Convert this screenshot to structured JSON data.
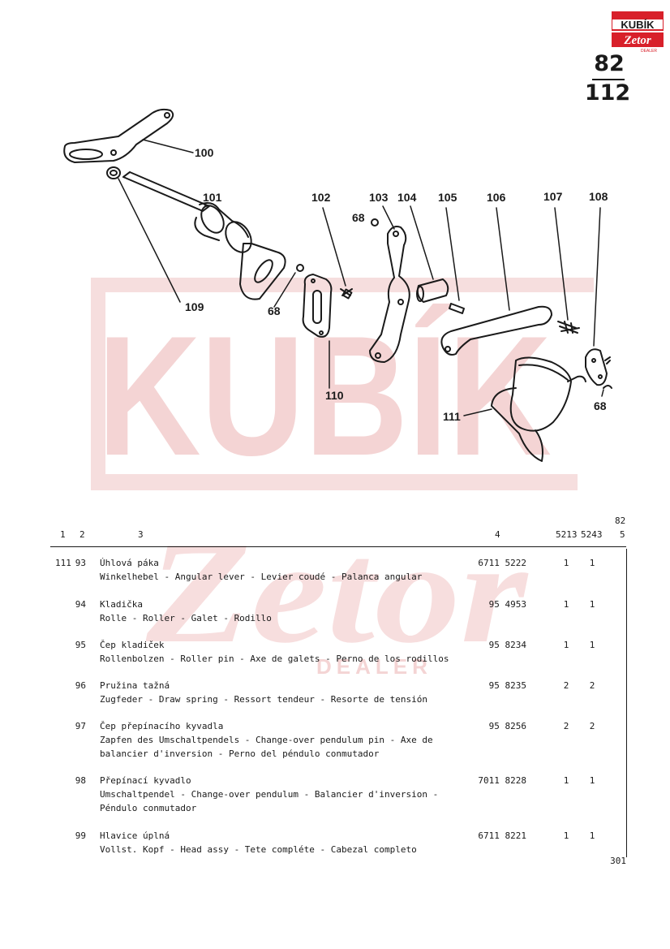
{
  "brand": {
    "logo_top": "KUBÍK",
    "logo_bottom": "Zetor",
    "logo_sub": "DEALER",
    "watermark_text": "KUBÍK",
    "watermark_logo": "Zetor",
    "watermark_sub": "DEALER",
    "accent": "#d8202a",
    "watermark_color": "#f6dede"
  },
  "page": {
    "model": "82",
    "section": "112",
    "footer_number": "301"
  },
  "callouts": [
    "100",
    "101",
    "109",
    "68",
    "102",
    "110",
    "103",
    "68",
    "104",
    "105",
    "106",
    "107",
    "108",
    "111",
    "68"
  ],
  "table": {
    "headers": {
      "c1": "1",
      "c2": "2",
      "c3": "3",
      "c4": "4",
      "c5a": "5213",
      "c5b": "5243",
      "c5c_top": "82",
      "c5c_bottom": "5"
    },
    "rows": [
      {
        "fig": "111",
        "pos": "93",
        "name": "Úhlová páka",
        "trans": "Winkelhebel - Angular lever - Levier coudé - Palanca angular",
        "part": "6711 5222",
        "q1": "1",
        "q2": "1"
      },
      {
        "fig": "",
        "pos": "94",
        "name": "Kladička",
        "trans": "Rolle - Roller - Galet - Rodillo",
        "part": "95 4953",
        "q1": "1",
        "q2": "1"
      },
      {
        "fig": "",
        "pos": "95",
        "name": "Čep kladiček",
        "trans": "Rollenbolzen - Roller pin - Axe de galets - Perno de los rodillos",
        "part": "95 8234",
        "q1": "1",
        "q2": "1"
      },
      {
        "fig": "",
        "pos": "96",
        "name": "Pružina tažná",
        "trans": "Zugfeder - Draw spring - Ressort tendeur - Resorte de tensión",
        "part": "95 8235",
        "q1": "2",
        "q2": "2"
      },
      {
        "fig": "",
        "pos": "97",
        "name": "Čep přepínacího kyvadla",
        "trans": "Zapfen des Umschaltpendels - Change-over pendulum pin - Axe de balancier d'inversion - Perno del péndulo conmutador",
        "part": "95 8256",
        "q1": "2",
        "q2": "2"
      },
      {
        "fig": "",
        "pos": "98",
        "name": "Přepínací kyvadlo",
        "trans": "Umschaltpendel - Change-over pendulum - Balancier d'inversion - Péndulo conmutador",
        "part": "7011 8228",
        "q1": "1",
        "q2": "1"
      },
      {
        "fig": "",
        "pos": "99",
        "name": "Hlavice úplná",
        "trans": "Vollst. Kopf - Head assy - Tete compléte - Cabezal completo",
        "part": "6711 8221",
        "q1": "1",
        "q2": "1"
      }
    ]
  }
}
